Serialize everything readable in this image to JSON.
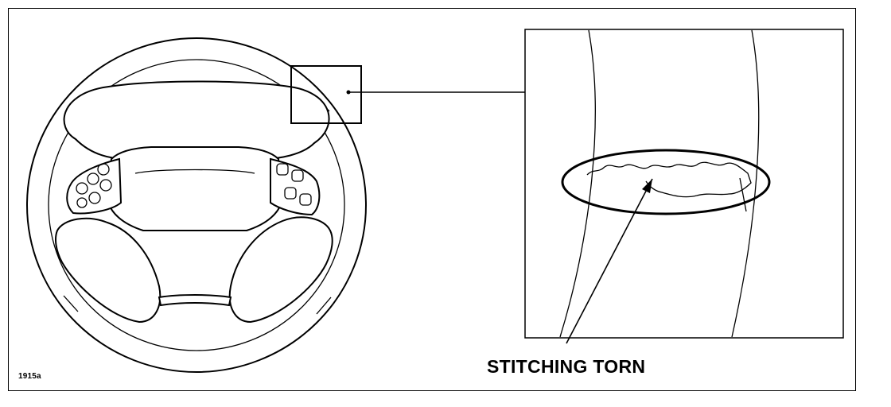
{
  "figure_id": "1915a",
  "callout": {
    "label": "STITCHING TORN"
  },
  "illustration": {
    "subject": "steering-wheel",
    "detail_view": "wheel-rim-closeup",
    "line_color": "#000000",
    "background_color": "#ffffff"
  }
}
